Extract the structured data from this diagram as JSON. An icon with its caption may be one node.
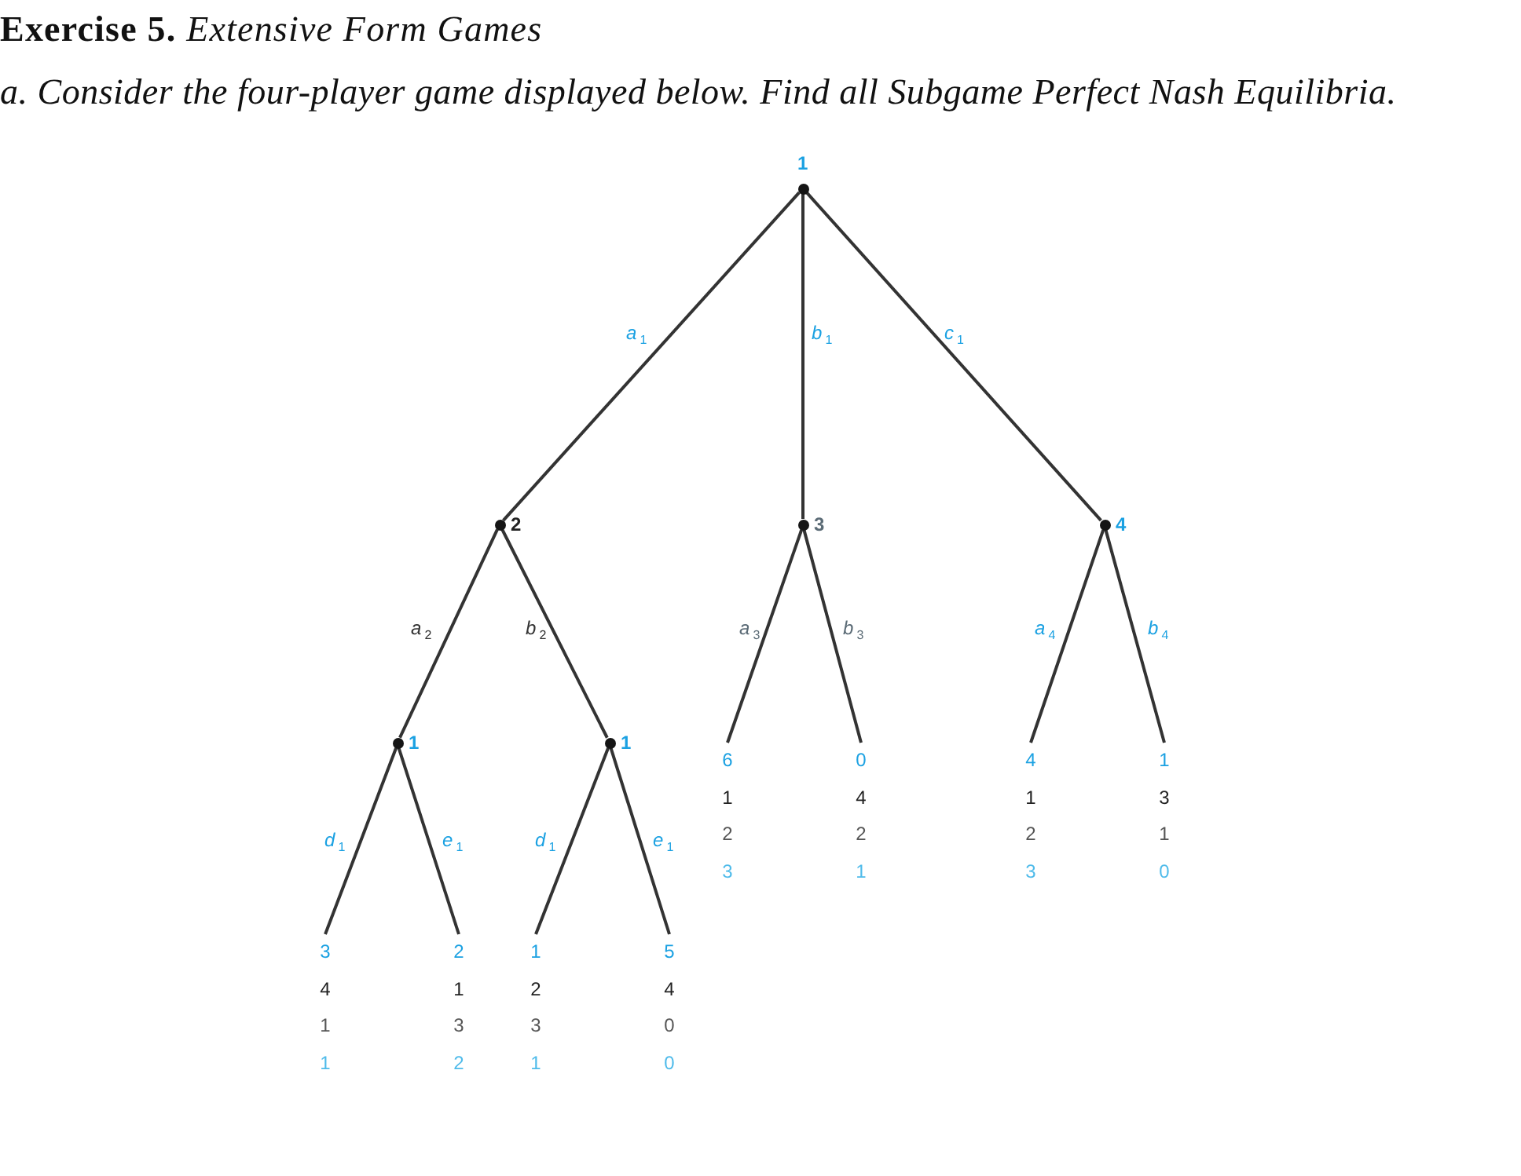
{
  "diagram": {
    "title": "**Exercise 5.** *Extensive Form Games*",
    "nodes": [
      {
        "text": [],
        "shape": "circle",
        "beside": [
          "1"
        ]
      },
      {
        "text": [],
        "shape": "circle",
        "beside": [
          "2"
        ]
      },
      {
        "text": [],
        "shape": "circle",
        "beside": [
          "3"
        ]
      },
      {
        "text": [],
        "shape": "circle",
        "beside": [
          "4"
        ]
      },
      {
        "text": [],
        "shape": "circle",
        "beside": [
          "1"
        ]
      },
      {
        "text": [],
        "shape": "circle",
        "beside": [
          "1"
        ]
      },
      {
        "text": [
          "6",
          "1",
          "2",
          "3"
        ]
      },
      {
        "text": [
          "0",
          "4",
          "2",
          "1"
        ]
      },
      {
        "text": [
          "4",
          "1",
          "2",
          "3"
        ]
      },
      {
        "text": [
          "1",
          "3",
          "1",
          "0"
        ]
      },
      {
        "text": [
          "3",
          "4",
          "1",
          "1"
        ]
      },
      {
        "text": [
          "2",
          "1",
          "3",
          "2"
        ]
      },
      {
        "text": [
          "1",
          "2",
          "3",
          "1"
        ]
      },
      {
        "text": [
          "5",
          "4",
          "0",
          "0"
        ]
      }
    ],
    "edges": [
      {
        "from": 0,
        "to": 1,
        "arrow": "none",
        "label": "a$_{1}$"
      },
      {
        "from": 0,
        "to": 2,
        "arrow": "none",
        "label": "b$_{1}$"
      },
      {
        "from": 0,
        "to": 3,
        "arrow": "none",
        "label": "c$_{1}$"
      },
      {
        "from": 1,
        "to": 4,
        "arrow": "none",
        "label": "a$_{2}$"
      },
      {
        "from": 1,
        "to": 5,
        "arrow": "none",
        "label": "b$_{2}$"
      },
      {
        "from": 2,
        "to": 6,
        "arrow": "none",
        "label": "a$_{3}$"
      },
      {
        "from": 2,
        "to": 7,
        "arrow": "none",
        "label": "b$_{3}$"
      },
      {
        "from": 3,
        "to": 8,
        "arrow": "none",
        "label": "a$_{4}$"
      },
      {
        "from": 3,
        "to": 9,
        "arrow": "none",
        "label": "b$_{4}$"
      },
      {
        "from": 4,
        "to": 10,
        "arrow": "none",
        "label": "d$_{1}$"
      },
      {
        "from": 4,
        "to": 11,
        "arrow": "none",
        "label": "e$_{1}$"
      },
      {
        "from": 5,
        "to": 12,
        "arrow": "none",
        "label": "d$_{1}$"
      },
      {
        "from": 5,
        "to": 13,
        "arrow": "none",
        "label": "e$_{1}$"
      }
    ],
    "labels": [
      "a. Consider the four-player game displayed below. Find all Subgame Perfect Nash Equilibria."
    ]
  }
}
